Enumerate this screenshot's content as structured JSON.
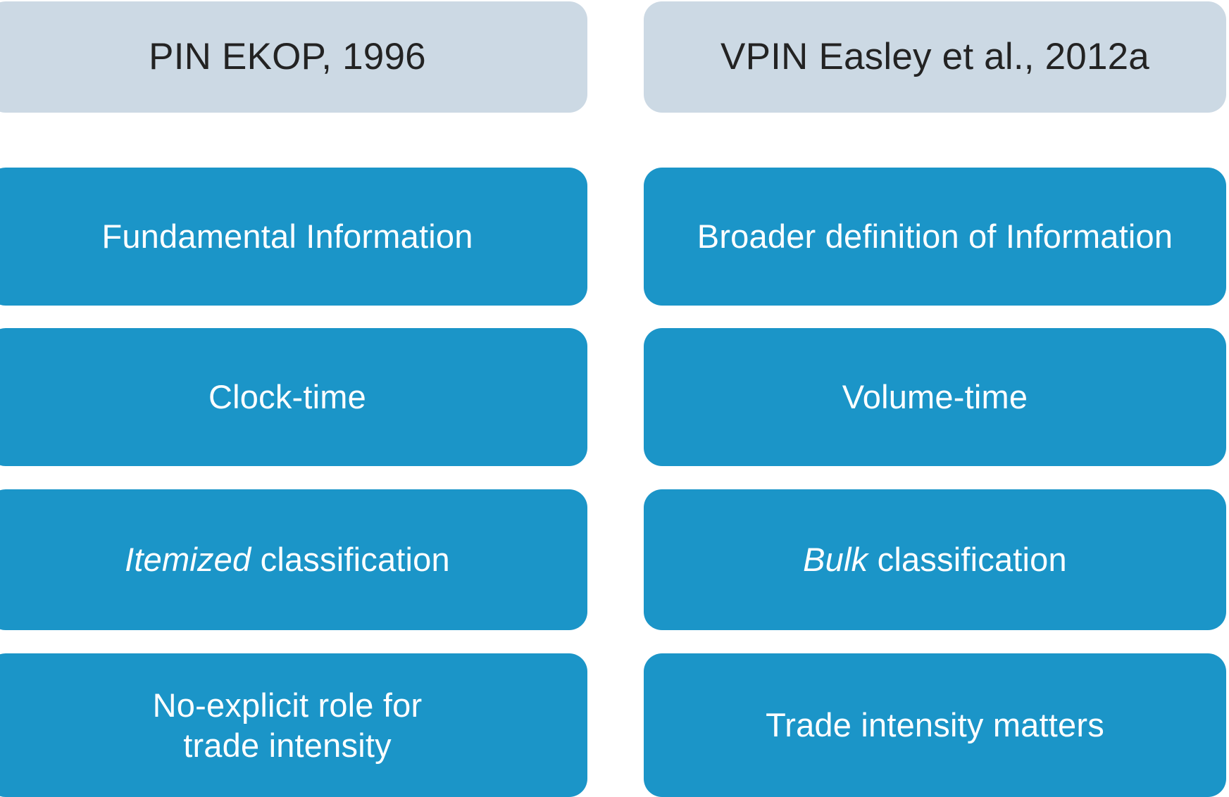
{
  "diagram": {
    "title_visible": false,
    "colors": {
      "header_background": "#ccd9e4",
      "header_text": "#232323",
      "box_background": "#1b95c8",
      "box_text": "#ffffff",
      "page_background": "#ffffff"
    },
    "columns": [
      {
        "id": "pin",
        "header": "PIN EKOP, 1996",
        "rows": [
          {
            "id": "information",
            "text": "Fundamental Information",
            "emphasis": "",
            "lines": [
              "Fundamental Information"
            ]
          },
          {
            "id": "time",
            "text": "Clock-time",
            "emphasis": "",
            "lines": [
              "Clock-time"
            ]
          },
          {
            "id": "classification",
            "text": "Itemized classification",
            "emphasis": "Itemized",
            "rest": " classification",
            "lines": [
              "Itemized classification"
            ]
          },
          {
            "id": "trade-intensity",
            "text": "No-explicit role for trade intensity",
            "emphasis": "",
            "lines": [
              "No-explicit role for",
              "trade intensity"
            ]
          }
        ]
      },
      {
        "id": "vpin",
        "header": "VPIN Easley et al., 2012a",
        "rows": [
          {
            "id": "information",
            "text": "Broader definition of Information",
            "emphasis": "",
            "lines": [
              "Broader definition of Information"
            ]
          },
          {
            "id": "time",
            "text": "Volume-time",
            "emphasis": "",
            "lines": [
              "Volume-time"
            ]
          },
          {
            "id": "classification",
            "text": "Bulk classification",
            "emphasis": "Bulk",
            "rest": " classification",
            "lines": [
              "Bulk classification"
            ]
          },
          {
            "id": "trade-intensity",
            "text": "Trade intensity matters",
            "emphasis": "",
            "lines": [
              "Trade intensity matters"
            ]
          }
        ]
      }
    ]
  }
}
